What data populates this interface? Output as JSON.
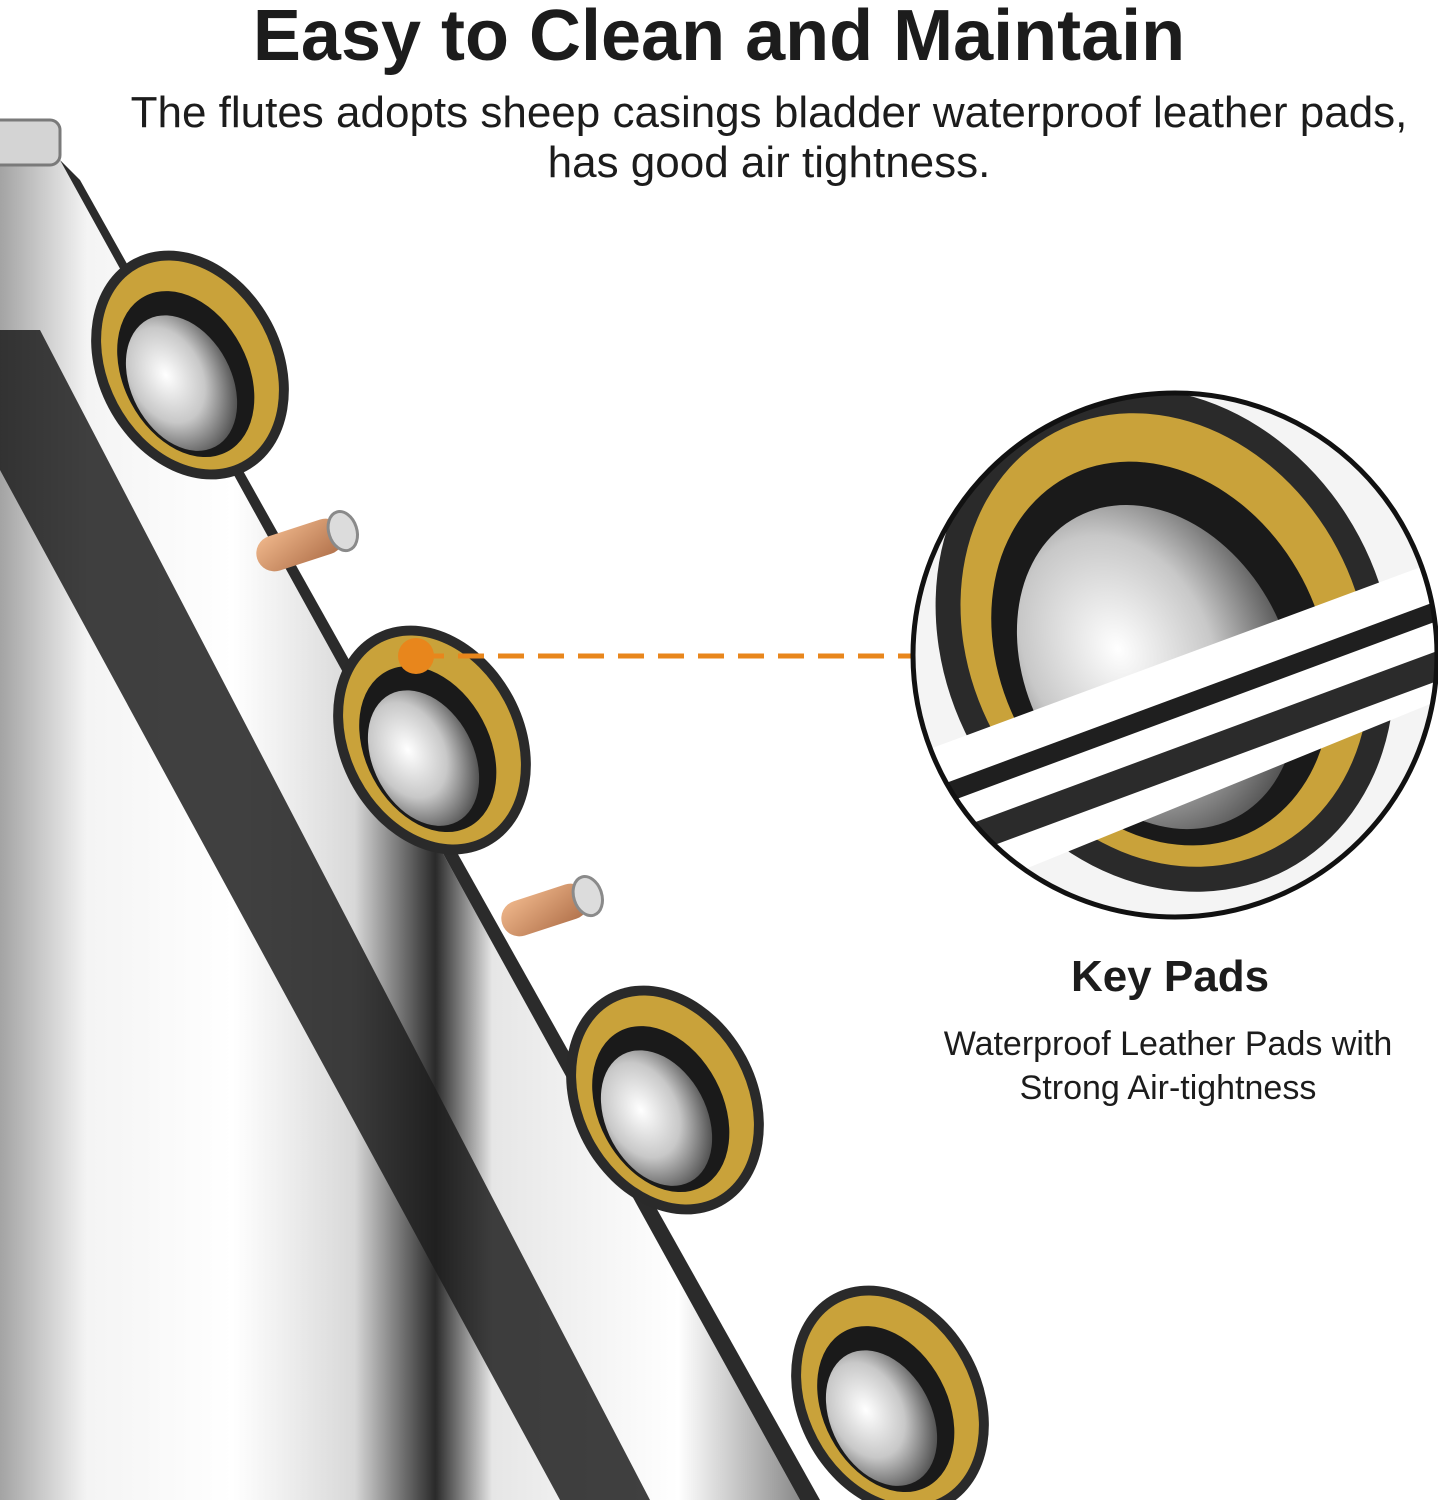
{
  "header": {
    "title": "Easy to Clean and Maintain",
    "subtitle": "The flutes adopts sheep casings bladder waterproof leather pads, has good air tightness."
  },
  "callout": {
    "title": "Key Pads",
    "description": "Waterproof Leather Pads with Strong Air-tightness"
  },
  "colors": {
    "accent": "#e8861c",
    "pad_leather": "#c9a23a",
    "text": "#1c1c1c"
  },
  "icons": {
    "marker": "orange-dot-icon",
    "magnifier": "zoom-circle-icon"
  }
}
